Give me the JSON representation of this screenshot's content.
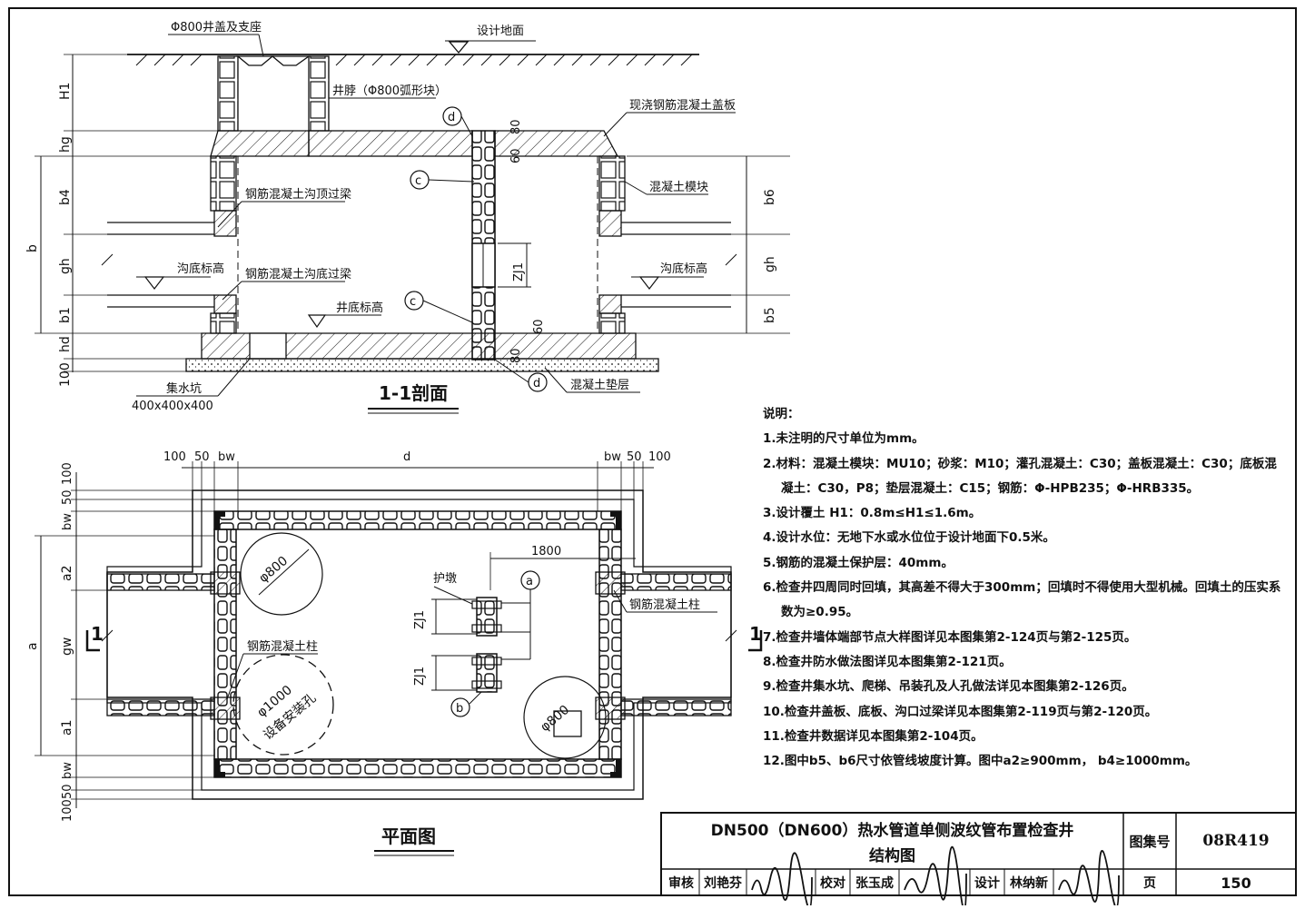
{
  "section": {
    "title": "1-1剖面",
    "labels": {
      "cover": "Φ800井盖及支座",
      "ground": "设计地面",
      "neck": "井脖（Φ800弧形块）",
      "slab": "现浇钢筋混凝土盖板",
      "block": "混凝土模块",
      "top_beam": "钢筋混凝土沟顶过梁",
      "bottom_beam": "钢筋混凝土沟底过梁",
      "trench_left": "沟底标高",
      "trench_right": "沟底标高",
      "well_bottom": "井底标高",
      "sump": "集水坑",
      "sump_size": "400x400x400",
      "cushion": "混凝土垫层",
      "zj1": "ZJ1",
      "dim_80_top": "80",
      "dim_60_top": "60",
      "dim_60_bot": "60",
      "dim_80_bot": "80"
    },
    "dims_left": [
      "H1",
      "hg",
      "b4",
      "gh",
      "b1",
      "hd",
      "100"
    ],
    "dim_left_total": "b",
    "dims_right": [
      "b6",
      "gh",
      "b5"
    ],
    "markers": [
      "d",
      "c",
      "c",
      "d"
    ]
  },
  "plan": {
    "title": "平面图",
    "top_dims": [
      "100",
      "50",
      "bw",
      "d",
      "bw",
      "50",
      "100"
    ],
    "left_dims_top": [
      "100",
      "50",
      "bw"
    ],
    "left_dims": [
      "a2",
      "gw",
      "a1"
    ],
    "left_dims_bottom": [
      "bw",
      "50",
      "100"
    ],
    "left_total": "a",
    "dim_1800": "1800",
    "pier": "护墩",
    "column_right": "钢筋混凝土柱",
    "column_left": "钢筋混凝土柱",
    "hole_top": "φ800",
    "hole_bottom_left": "φ1000",
    "hole_equipment": "设备安装孔",
    "hole_bottom_right": "φ800",
    "zj1_a": "ZJ1",
    "zj1_b": "ZJ1",
    "marker_a": "a",
    "marker_b": "b",
    "cut_mark": "1"
  },
  "notes": {
    "heading": "说明：",
    "items": [
      "1.未注明的尺寸单位为mm。",
      "2.材料：混凝土模块：MU10；砂浆：M10；灌孔混凝土：C30；盖板混凝土：C30；底板混",
      "凝土：C30，P8；垫层混凝土：C15；钢筋：Φ-HPB235；Φ-HRB335。",
      "3.设计覆土  H1：0.8m≤H1≤1.6m。",
      "4.设计水位：无地下水或水位位于设计地面下0.5米。",
      "5.钢筋的混凝土保护层：40mm。",
      "6.检查井四周同时回填，其高差不得大于300mm；回填时不得使用大型机械。回填土的压实系",
      "数为≥0.95。",
      "7.检查井墙体端部节点大样图详见本图集第2-124页与第2-125页。",
      "8.检查井防水做法图详见本图集第2-121页。",
      "9.检查井集水坑、爬梯、吊装孔及人孔做法详见本图集第2-126页。",
      "10.检查井盖板、底板、沟口过梁详见本图集第2-119页与第2-120页。",
      "11.检查井数据详见本图集第2-104页。",
      "12.图中b5、b6尺寸依管线坡度计算。图中a2≥900mm，    b4≥1000mm。"
    ]
  },
  "title_block": {
    "title_line1": "DN500（DN600）热水管道单侧波纹管布置检查井",
    "title_line2": "结构图",
    "atlas_label": "图集号",
    "atlas_no": "08R419",
    "page_label": "页",
    "page_no": "150",
    "review_label": "审核",
    "review_name": "刘艳芬",
    "check_label": "校对",
    "check_name": "张玉成",
    "design_label": "设计",
    "design_name": "林纳新"
  }
}
